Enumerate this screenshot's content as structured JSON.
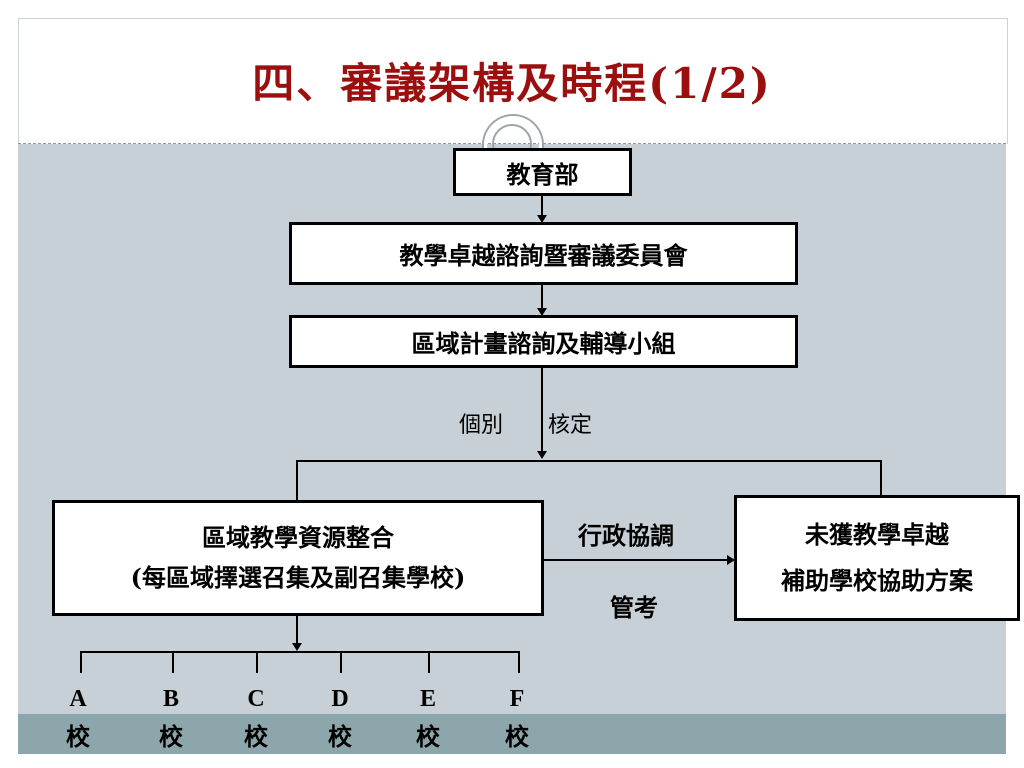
{
  "title": "四、審議架構及時程(1/2)",
  "boxes": {
    "moe": "教育部",
    "committee": "教學卓越諮詢暨審議委員會",
    "regional_group": "區域計畫諮詢及輔導小組",
    "resource_line1": "區域教學資源整合",
    "resource_line2": "(每區域擇選召集及副召集學校)",
    "unfunded_line1": "未獲教學卓越",
    "unfunded_line2": "補助學校協助方案"
  },
  "labels": {
    "approve_left": "個別",
    "approve_right": "核定",
    "coord_line1": "行政協調",
    "coord_line2": "管考"
  },
  "schools": [
    {
      "letter": "A",
      "char": "校"
    },
    {
      "letter": "B",
      "char": "校"
    },
    {
      "letter": "C",
      "char": "校"
    },
    {
      "letter": "D",
      "char": "校"
    },
    {
      "letter": "E",
      "char": "校"
    },
    {
      "letter": "F",
      "char": "校"
    }
  ],
  "colors": {
    "title": "#9b0f0f",
    "content_background": "#c6d0d6",
    "bottom_band": "#8da6ab"
  }
}
